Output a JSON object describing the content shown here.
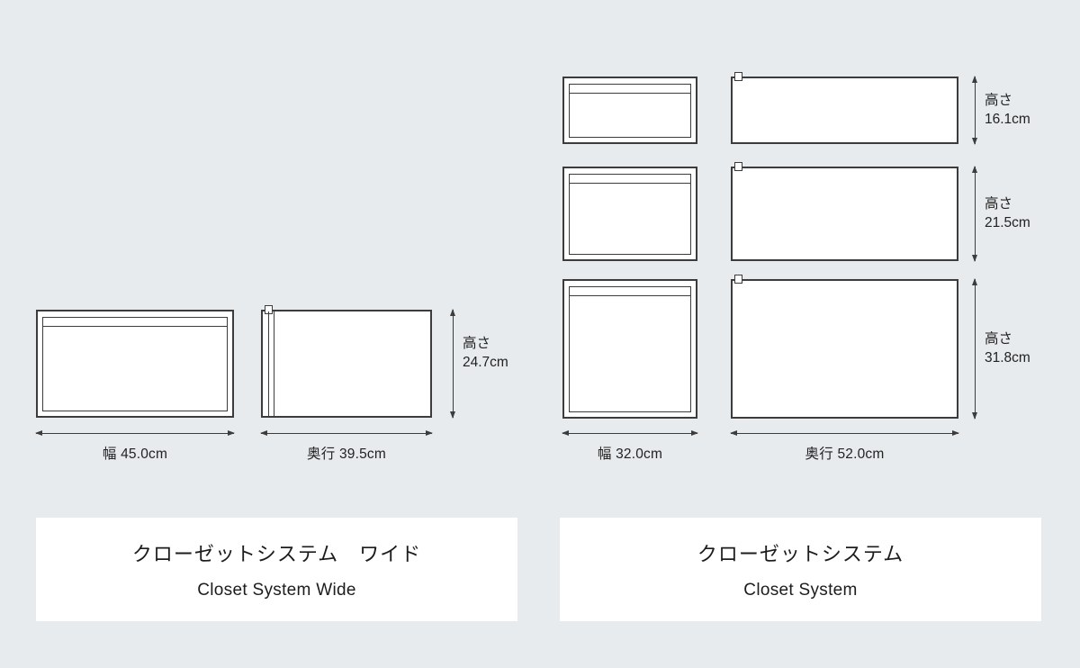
{
  "products": [
    {
      "name_jp": "クローゼットシステム　ワイド",
      "name_en": "Closet System Wide",
      "width_label": "幅 45.0cm",
      "depth_label": "奥行 39.5cm",
      "heights": [
        {
          "label": "高さ",
          "value": "24.7cm"
        }
      ]
    },
    {
      "name_jp": "クローゼットシステム",
      "name_en": "Closet System",
      "width_label": "幅 32.0cm",
      "depth_label": "奥行 52.0cm",
      "heights": [
        {
          "label": "高さ",
          "value": "16.1cm"
        },
        {
          "label": "高さ",
          "value": "21.5cm"
        },
        {
          "label": "高さ",
          "value": "31.8cm"
        }
      ]
    }
  ],
  "colors": {
    "background": "#e8ebed",
    "line": "#3c3c3c",
    "text": "#222222",
    "card_background": "#ffffff"
  }
}
